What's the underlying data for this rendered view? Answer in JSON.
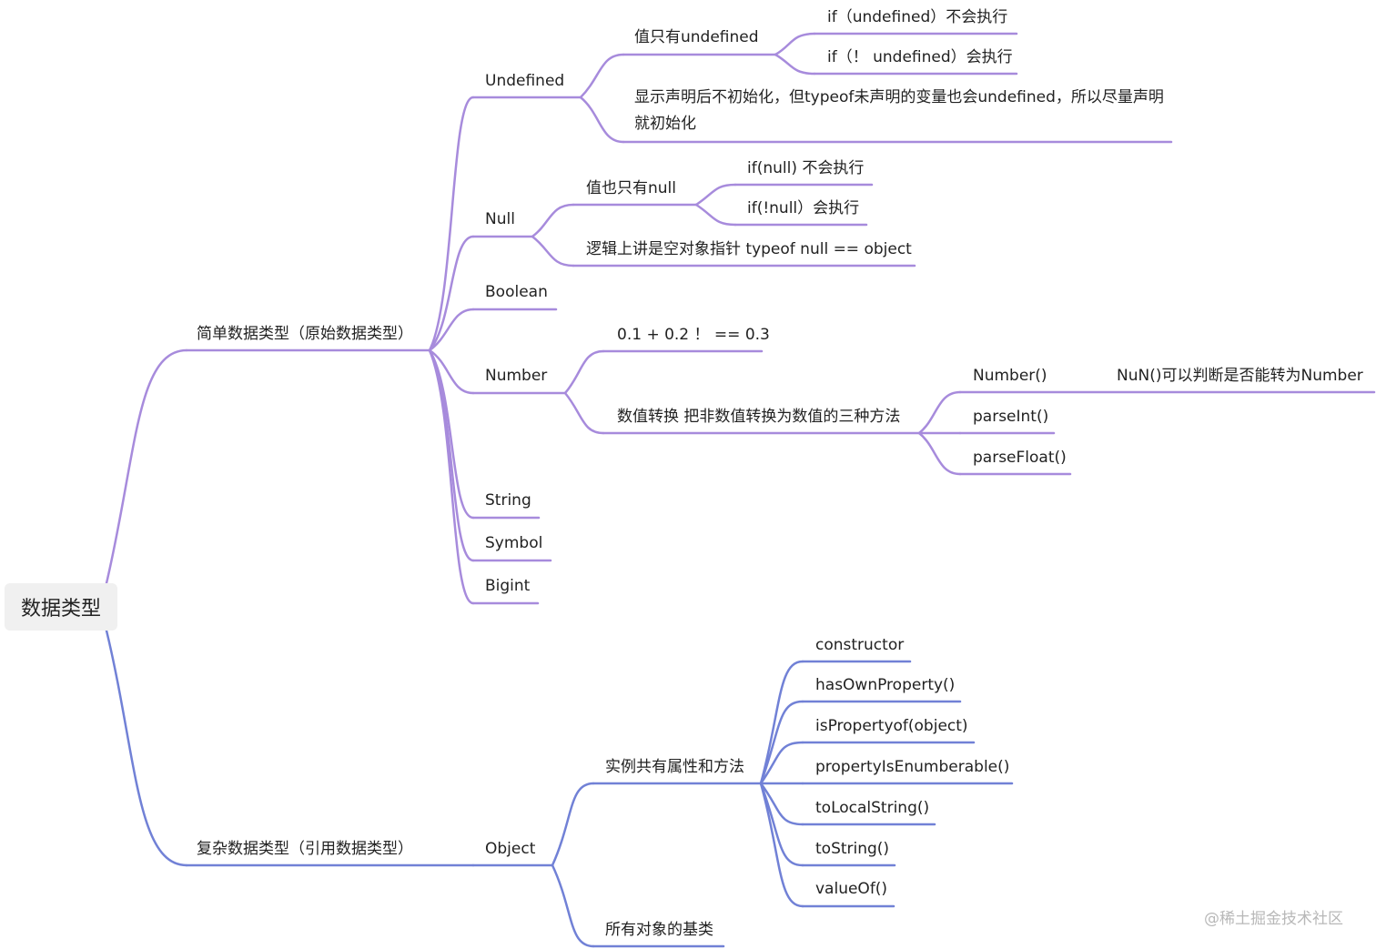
{
  "root": "数据类型",
  "branches": {
    "simple": "简单数据类型（原始数据类型）",
    "complex": "复杂数据类型（引用数据类型）"
  },
  "simple_types": {
    "undefined": "Undefined",
    "null": "Null",
    "boolean": "Boolean",
    "number": "Number",
    "string": "String",
    "symbol": "Symbol",
    "bigint": "Bigint"
  },
  "undefined_notes": {
    "only_value": "值只有undefined",
    "if_true": "if（undefined）不会执行",
    "if_false": "if（！ undefined）会执行",
    "declare_note": "显示声明后不初始化，但typeof未声明的变量也会undefined，所以尽量声明就初始化"
  },
  "null_notes": {
    "only_value": "值也只有null",
    "if_true": "if(null) 不会执行",
    "if_false": "if(!null）会执行",
    "logic": "逻辑上讲是空对象指针 typeof null == object"
  },
  "number_notes": {
    "float": "0.1 + 0.2 ！ == 0.3",
    "conversion": "数值转换 把非数值转换为数值的三种方法",
    "methods": [
      "Number()",
      "parseInt()",
      "parseFloat()"
    ],
    "number_note": "NuN()可以判断是否能转为Number"
  },
  "object": {
    "label": "Object",
    "shared": "实例共有属性和方法",
    "members": [
      "constructor",
      "hasOwnProperty()",
      "isPropertyof(object)",
      "propertyIsEnumberable()",
      "toLocalString()",
      "toString()",
      "valueOf()"
    ],
    "base": "所有对象的基类"
  },
  "colors": {
    "simple_branch": "#a78bdc",
    "complex_branch": "#7181d6",
    "root_bg": "#f0f0f0"
  },
  "watermark": "@稀土掘金技术社区"
}
